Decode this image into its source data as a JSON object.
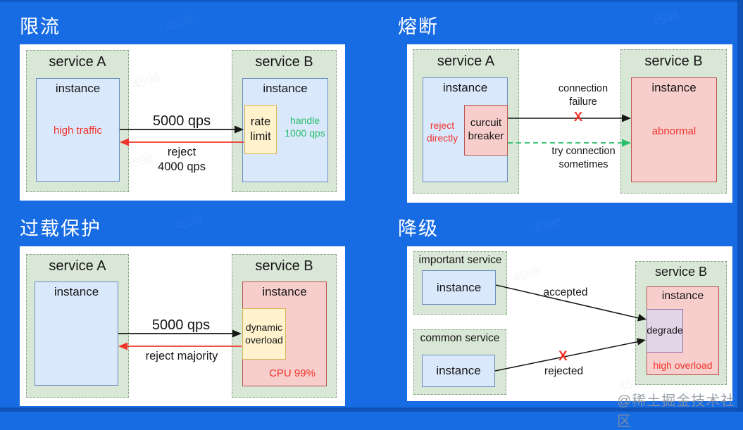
{
  "colors": {
    "background": "#176BE3",
    "edge": "#0E4DAE",
    "panel": "#FFFFFF",
    "green_fill": "#D9E7D6",
    "green_border": "#8AA487",
    "blue_fill": "#DAE8FC",
    "blue_border": "#6C8EBF",
    "pink_fill": "#F8CECC",
    "pink_border": "#B85450",
    "yellow_fill": "#FFF2CC",
    "yellow_border": "#D6B656",
    "purple_fill": "#E1D5E7",
    "purple_border": "#9673A6",
    "red_text": "#F0342B",
    "green_text": "#2BBE6C",
    "ink": "#161616"
  },
  "sections": {
    "rate_limiting": {
      "title": "限流",
      "service_a": {
        "label": "service A",
        "instance_label": "instance",
        "status": "high traffic"
      },
      "service_b": {
        "label": "service B",
        "instance_label": "instance",
        "rate_box": "rate\nlimit",
        "handle_note": "handle\n1000 qps"
      },
      "forward_label": "5000 qps",
      "reject_label": "reject\n4000 qps"
    },
    "circuit_breaking": {
      "title": "熔断",
      "service_a": {
        "label": "service A",
        "instance_label": "instance",
        "reject_note": "reject\ndirectly",
        "breaker_box": "curcuit\nbreaker"
      },
      "service_b": {
        "label": "service B",
        "instance_label": "instance",
        "status": "abnormal"
      },
      "failure_label": "connection\nfailure",
      "failure_x": "X",
      "retry_label": "try connection\nsometimes"
    },
    "overload_protection": {
      "title": "过载保护",
      "service_a": {
        "label": "service A",
        "instance_label": "instance"
      },
      "service_b": {
        "label": "service B",
        "instance_label": "instance",
        "overload_box": "dynamic\noverload",
        "cpu_note": "CPU 99%"
      },
      "forward_label": "5000 qps",
      "reject_label": "reject majority"
    },
    "degradation": {
      "title": "降级",
      "important_service": {
        "label": "important service",
        "instance_label": "instance"
      },
      "common_service": {
        "label": "common service",
        "instance_label": "instance"
      },
      "service_b": {
        "label": "service B",
        "instance_label": "instance",
        "degrade_box": "degrade",
        "status": "high overload"
      },
      "accepted_label": "accepted",
      "rejected_x": "X",
      "rejected_label": "rejected"
    }
  },
  "watermarks": {
    "community": "@稀土掘金技术社区",
    "faint": "4598"
  }
}
